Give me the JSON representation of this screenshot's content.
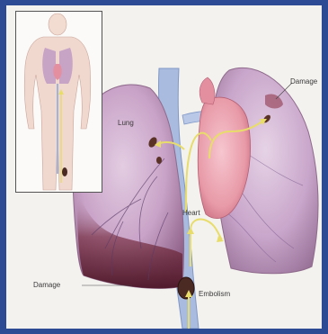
{
  "labels": {
    "lung": "Lung",
    "heart": "Heart",
    "damage_right": "Damage",
    "damage_left": "Damage",
    "embolism": "Embolism"
  },
  "colors": {
    "border": "#2c4b94",
    "background": "#f4f2ef",
    "lung": "#c9a3c8",
    "lung_damage": "#6e2a3c",
    "heart": "#e89aa8",
    "vessel": "#a9bcdf",
    "arrow": "#e8dc6a"
  },
  "icons": [
    "arrow-icon",
    "clot-icon",
    "body-figure-icon"
  ]
}
